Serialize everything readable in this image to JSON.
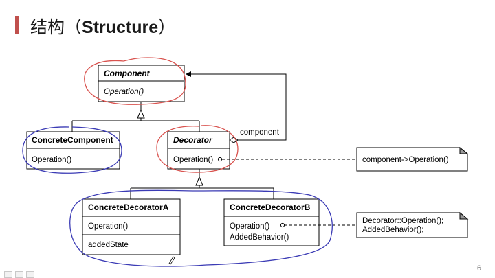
{
  "title": {
    "prefix": "结构（",
    "bold": "Structure",
    "suffix": "）"
  },
  "page_number": "6",
  "diagram": {
    "component": {
      "name": "Component",
      "operation": "Operation()"
    },
    "concrete_component": {
      "name": "ConcreteComponent",
      "operation": "Operation()"
    },
    "decorator": {
      "name": "Decorator",
      "operation": "Operation()"
    },
    "association_label": "component",
    "decorator_note": "component->Operation()",
    "concrete_decorator_a": {
      "name": "ConcreteDecoratorA",
      "operation": "Operation()",
      "attribute": "addedState"
    },
    "concrete_decorator_b": {
      "name": "ConcreteDecoratorB",
      "operation": "Operation()",
      "extra": "AddedBehavior()"
    },
    "decorator_b_note": {
      "line1": "Decorator::Operation();",
      "line2": "AddedBehavior();"
    }
  },
  "colors": {
    "accent_bar": "#c0504d",
    "red_annotation": "#d9534f",
    "blue_annotation": "#3b3bb5"
  }
}
